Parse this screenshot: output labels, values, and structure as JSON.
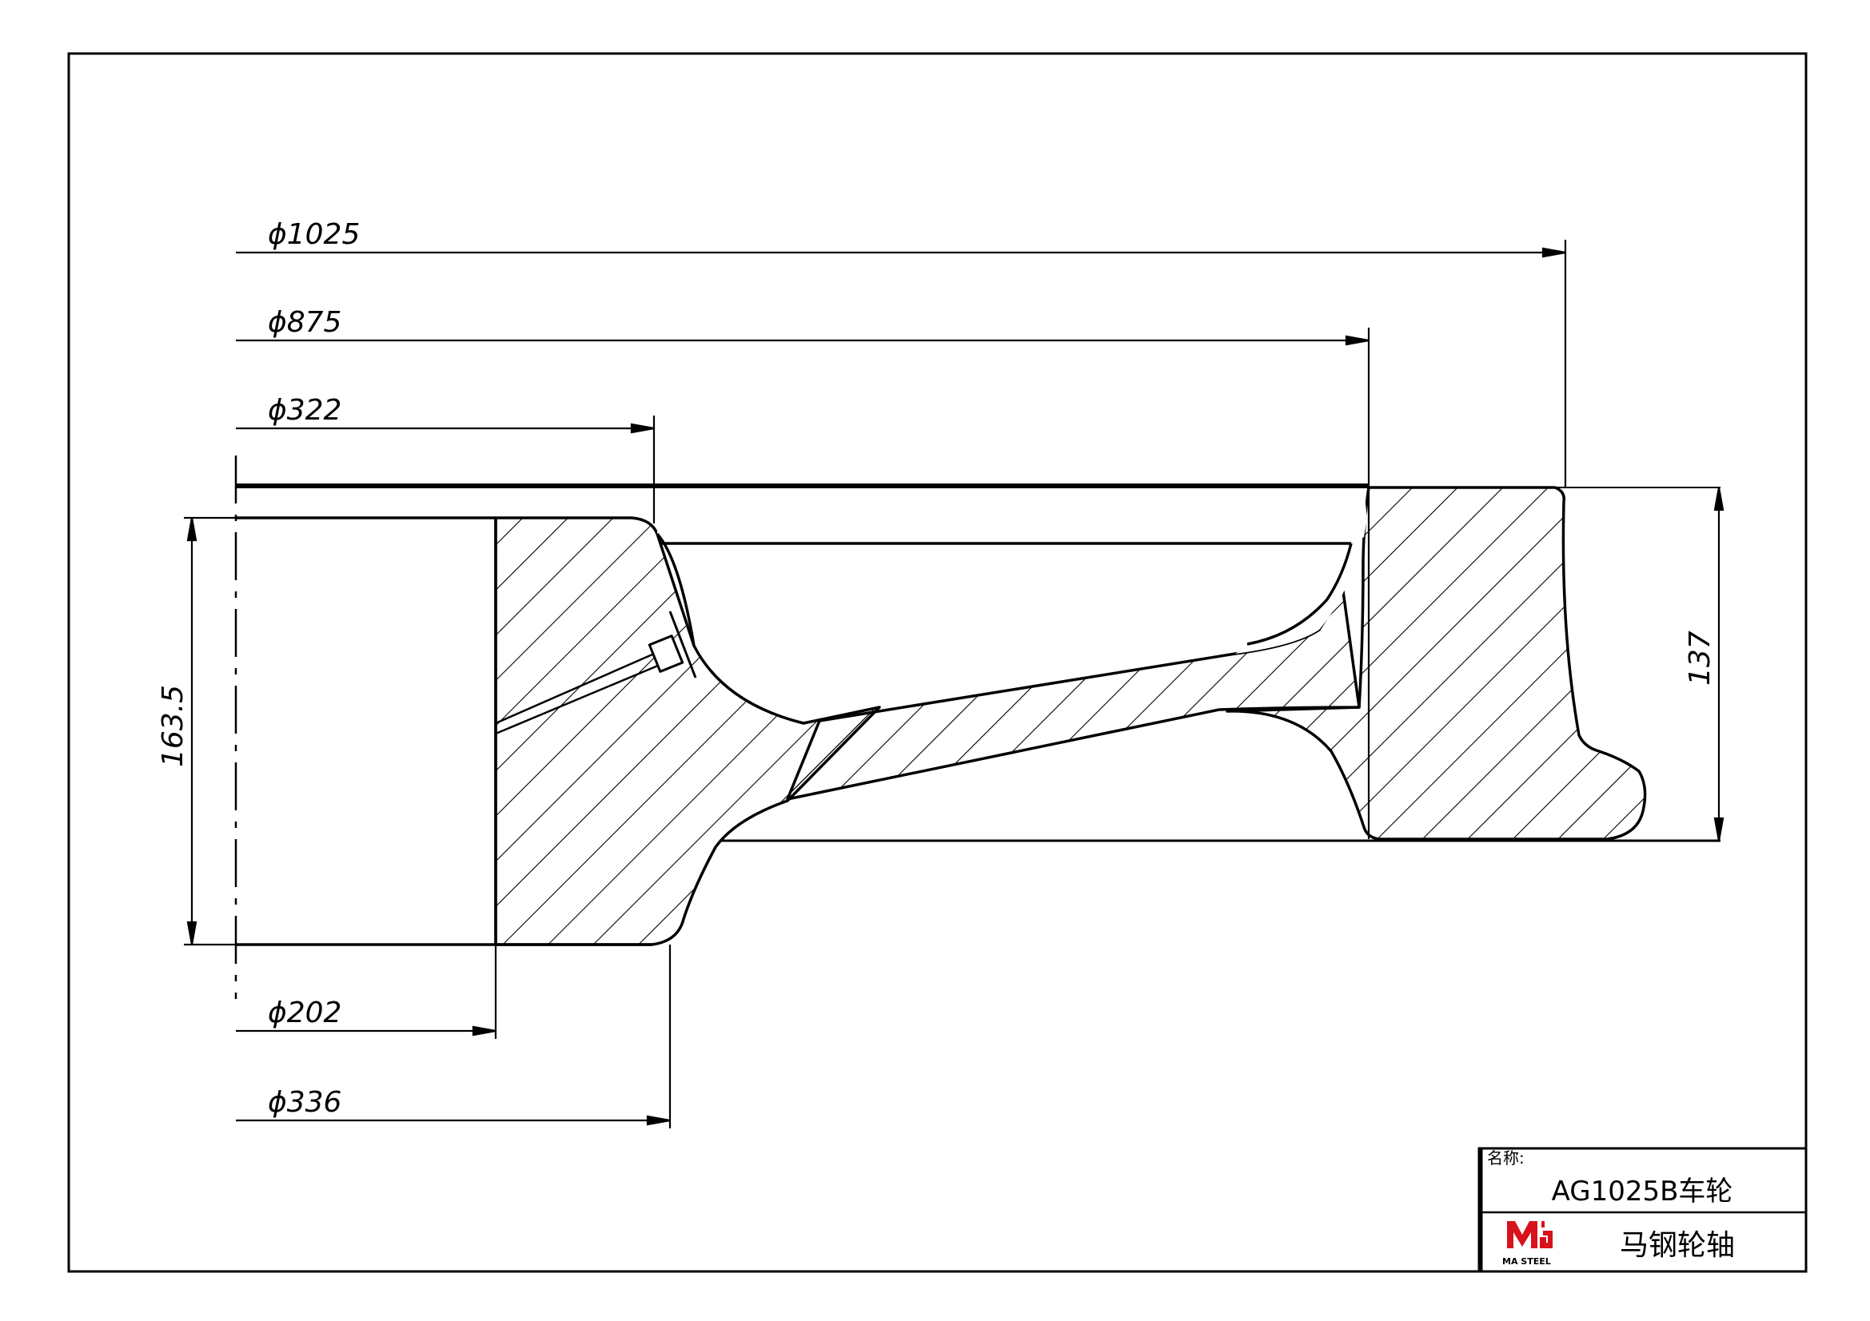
{
  "dimensions": {
    "d1025": "ϕ1025",
    "d875": "ϕ875",
    "d322": "ϕ322",
    "d202": "ϕ202",
    "d336": "ϕ336",
    "h1635": "163.5",
    "h137": "137"
  },
  "title_block": {
    "name_label": "名称:",
    "part_name": "AG1025B车轮",
    "company": "马钢轮轴",
    "logo_text": "MA STEEL"
  },
  "colors": {
    "line": "#000000",
    "logo_red": "#d8121b",
    "background": "#ffffff"
  }
}
